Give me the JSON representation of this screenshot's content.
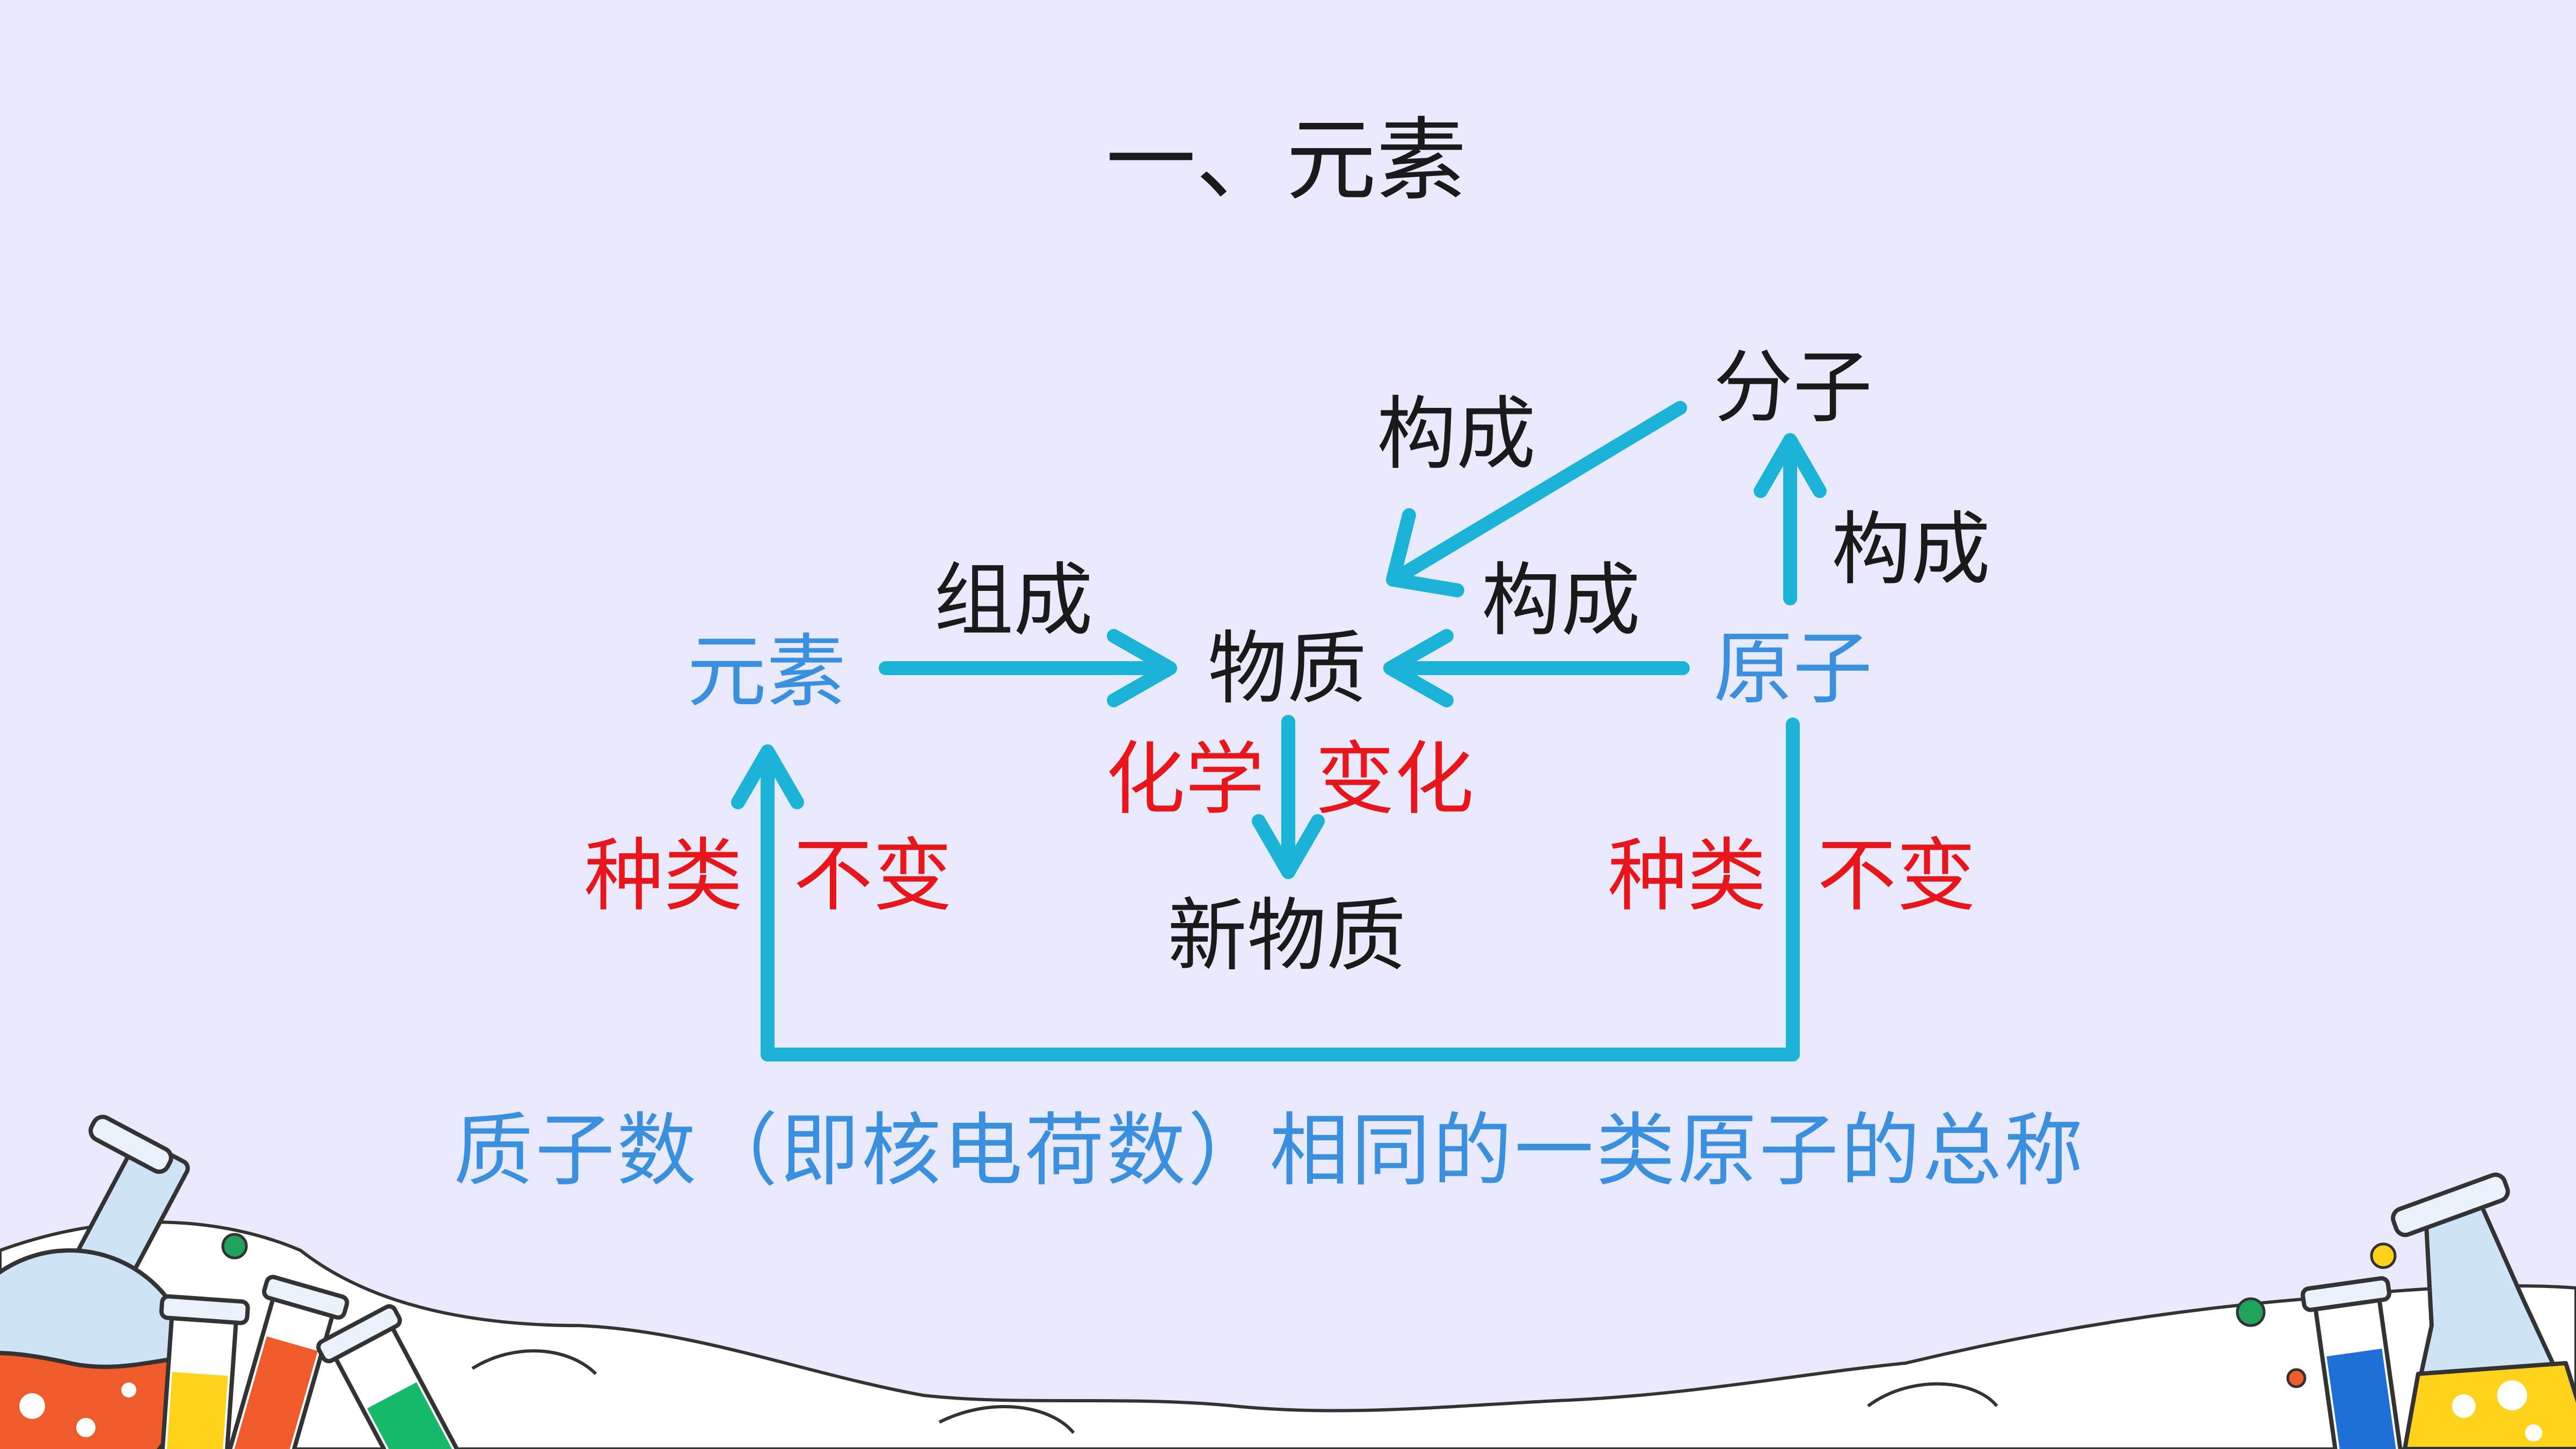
{
  "title": "一、元素",
  "nodes": {
    "element": "元素",
    "substance": "物质",
    "new_substance": "新物质",
    "molecule": "分子",
    "atom": "原子"
  },
  "edges": {
    "element_to_substance": "组成",
    "molecule_to_substance": "构成",
    "atom_to_substance": "构成",
    "atom_to_molecule": "构成"
  },
  "change": {
    "left": "化学",
    "right": "变化"
  },
  "invariance": {
    "left_kind": "种类",
    "left_same": "不变",
    "right_kind": "种类",
    "right_same": "不变"
  },
  "definition": "质子数（即核电荷数）相同的一类原子的总称",
  "colors": {
    "background": "#e8e9fb",
    "arrow": "#1bb4d8",
    "text_black": "#1a1a1a",
    "text_blue": "#3a8fde",
    "text_red": "#e8151b",
    "liquid_red": "#f15a2b",
    "liquid_yellow": "#ffd21c",
    "liquid_green": "#16b86a",
    "liquid_blue": "#1e6fd6",
    "dot_green": "#1fa25a",
    "dot_yellow": "#ffd21c",
    "dot_red": "#f15a2b"
  }
}
